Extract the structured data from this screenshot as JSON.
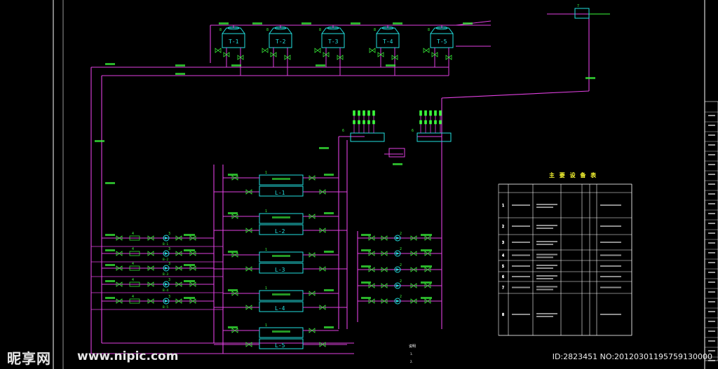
{
  "watermark": {
    "logo": "昵享网",
    "url": "www.nipic.com",
    "id_text": "ID:2823451 NO:20120301195759130000"
  },
  "diagram": {
    "towers": [
      {
        "label": "T-1"
      },
      {
        "label": "T-2"
      },
      {
        "label": "T-3"
      },
      {
        "label": "T-4"
      },
      {
        "label": "T-5"
      }
    ],
    "chillers": [
      {
        "label": "L-1"
      },
      {
        "label": "L-2"
      },
      {
        "label": "L-3"
      },
      {
        "label": "L-4"
      },
      {
        "label": "L-5"
      }
    ],
    "left_pumps": [
      {
        "label": "B-1"
      },
      {
        "label": "B-2"
      },
      {
        "label": "B-3"
      },
      {
        "label": "B-4"
      },
      {
        "label": "B-5"
      }
    ],
    "right_pump_number": "2",
    "chiller_number": "1",
    "filter_number": "4",
    "pump_number": "3",
    "header_number": "6",
    "tower_number": "8",
    "makeup_number": "7"
  },
  "equipment_table": {
    "title": "主 要 设 备 表",
    "rows": [
      {
        "no": "1"
      },
      {
        "no": "2"
      },
      {
        "no": "3"
      },
      {
        "no": "4"
      },
      {
        "no": "5"
      },
      {
        "no": "6"
      },
      {
        "no": "7"
      },
      {
        "no": "8"
      }
    ]
  },
  "notes": {
    "heading": "说明",
    "lines": [
      "1.",
      "2."
    ]
  },
  "colors": {
    "pipe": "#e040e0",
    "equipment": "#22e0e0",
    "text_green": "#3cff3c",
    "border": "#ffffff",
    "table_title": "#ffff33"
  }
}
